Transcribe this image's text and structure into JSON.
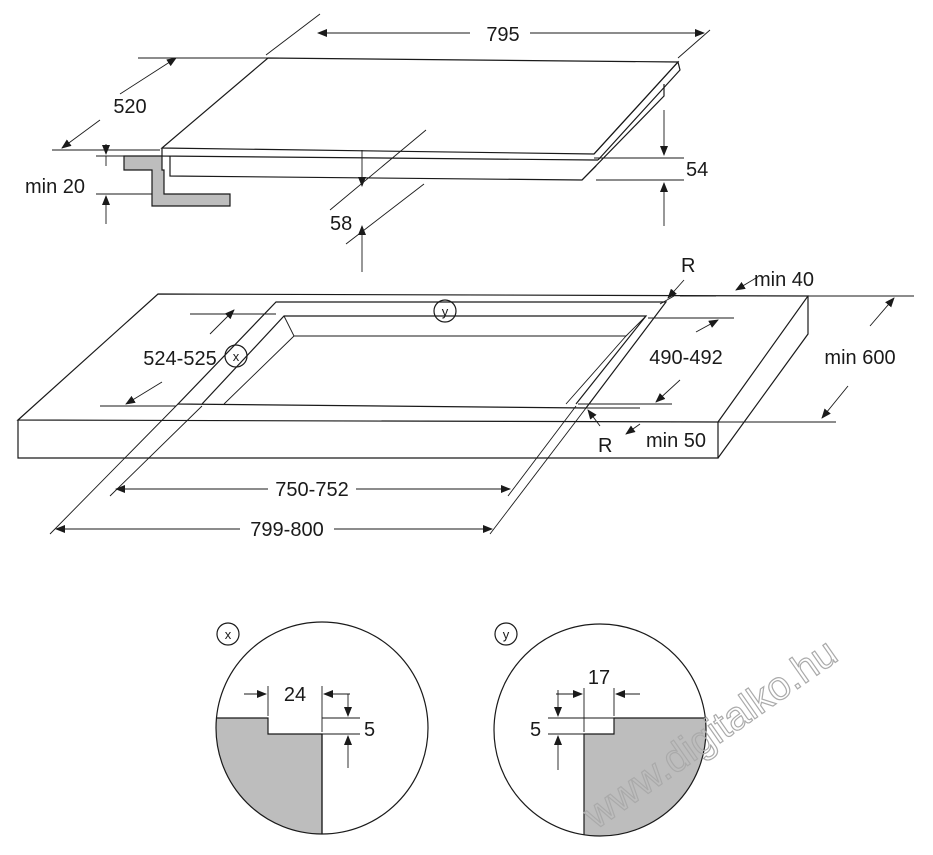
{
  "hob": {
    "width": "795",
    "depth": "520",
    "min_gap": "min 20",
    "thickness": "54",
    "built_in_depth": "58"
  },
  "cutout": {
    "radius_top": "R",
    "radius_bottom": "R",
    "min_back": "min 40",
    "depth_outer": "524-525",
    "depth_inner": "490-492",
    "worktop_depth": "min 600",
    "min_front": "min 50",
    "width_inner": "750-752",
    "width_outer": "799-800",
    "marker_x": "x",
    "marker_y": "y"
  },
  "detail_x": {
    "label": "x",
    "width": "24",
    "step": "5"
  },
  "detail_y": {
    "label": "y",
    "width": "17",
    "step": "5"
  },
  "watermark": "www.digitalko.hu"
}
